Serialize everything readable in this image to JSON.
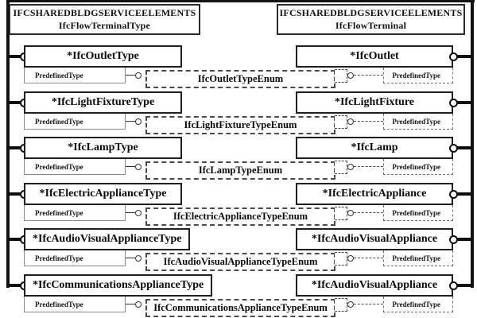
{
  "diagram": {
    "title": "EXPRESS-G diagram: IfcFlowTerminal types",
    "left_header": {
      "line1": "IFCSHAREDBLDGSERVICEELEMENTS",
      "line2": "IfcFlowTerminalType"
    },
    "right_header": {
      "line1": "IFCSHAREDBLDGSERVICEELEMENTS",
      "line2": "IfcFlowTerminal"
    },
    "attribute_label": "PredefinedType",
    "rows": [
      {
        "left": "*IfcOutletType",
        "enum": "IfcOutletTypeEnum",
        "right": "*IfcOutlet"
      },
      {
        "left": "*IfcLightFixtureType",
        "enum": "IfcLightFixtureTypeEnum",
        "right": "*IfcLightFixture"
      },
      {
        "left": "*IfcLampType",
        "enum": "IfcLampTypeEnum",
        "right": "*IfcLamp"
      },
      {
        "left": "*IfcElectricApplianceType",
        "enum": "IfcElectricApplianceTypeEnum",
        "right": "*IfcElectricAppliance"
      },
      {
        "left": "*IfcAudioVisualApplianceType",
        "enum": "IfcAudioVisualApplianceTypeEnum",
        "right": "*IfcAudioVisualAppliance"
      },
      {
        "left": "*IfcCommunicationsApplianceType",
        "enum": "IfcCommunicationsApplianceTypeEnum",
        "right": "*IfcAudioVisualAppliance"
      }
    ],
    "colors": {
      "line": "#121212",
      "box_border": "#1f1f1f",
      "gray_border": "#8a8a8a",
      "dash": "#4a4a4a",
      "background": "#ffffff"
    }
  }
}
